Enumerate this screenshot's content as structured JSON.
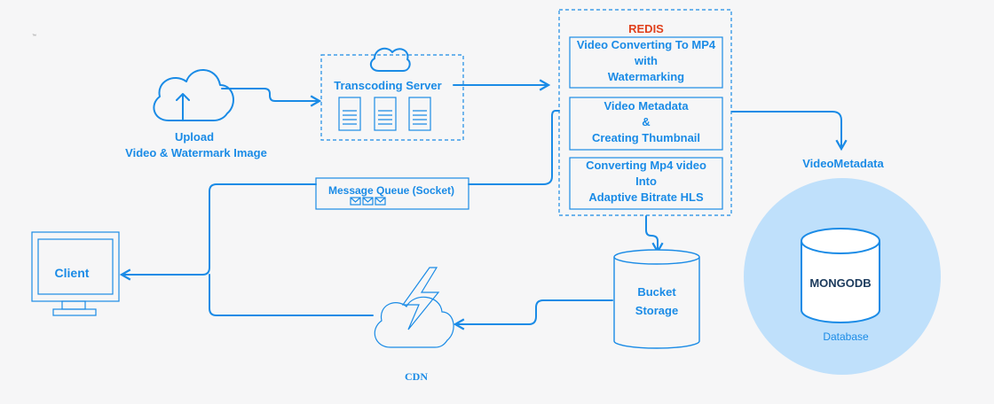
{
  "colors": {
    "accent": "#1a8be6",
    "redis": "#e0401c",
    "db_fill": "#bfe0fb",
    "background": "#f6f6f7"
  },
  "corner_mark": "™",
  "upload": {
    "line1": "Upload",
    "line2": "Video & Watermark Image",
    "icon": "cloud-upload-icon"
  },
  "transcoding": {
    "title": "Transcoding Server",
    "icon": "server-icon"
  },
  "redis": {
    "title": "REDIS",
    "tasks": [
      {
        "lines": [
          "Video Converting To MP4",
          "with",
          "Watermarking"
        ]
      },
      {
        "lines": [
          "Video Metadata",
          "&",
          "Creating Thumbnail"
        ]
      },
      {
        "lines": [
          "Converting Mp4 video",
          "Into",
          "Adaptive Bitrate HLS"
        ]
      }
    ]
  },
  "video_metadata": "VideoMetadata",
  "database": {
    "name": "MONGODB",
    "caption": "Database"
  },
  "queue": {
    "title": "Message Queue (Socket)",
    "icon": "envelope-icon"
  },
  "client": {
    "label": "Client",
    "icon": "monitor-icon"
  },
  "bucket": {
    "line1": "Bucket",
    "line2": "Storage"
  },
  "cdn": {
    "label": "CDN",
    "icon": "lightning-cloud-icon"
  }
}
